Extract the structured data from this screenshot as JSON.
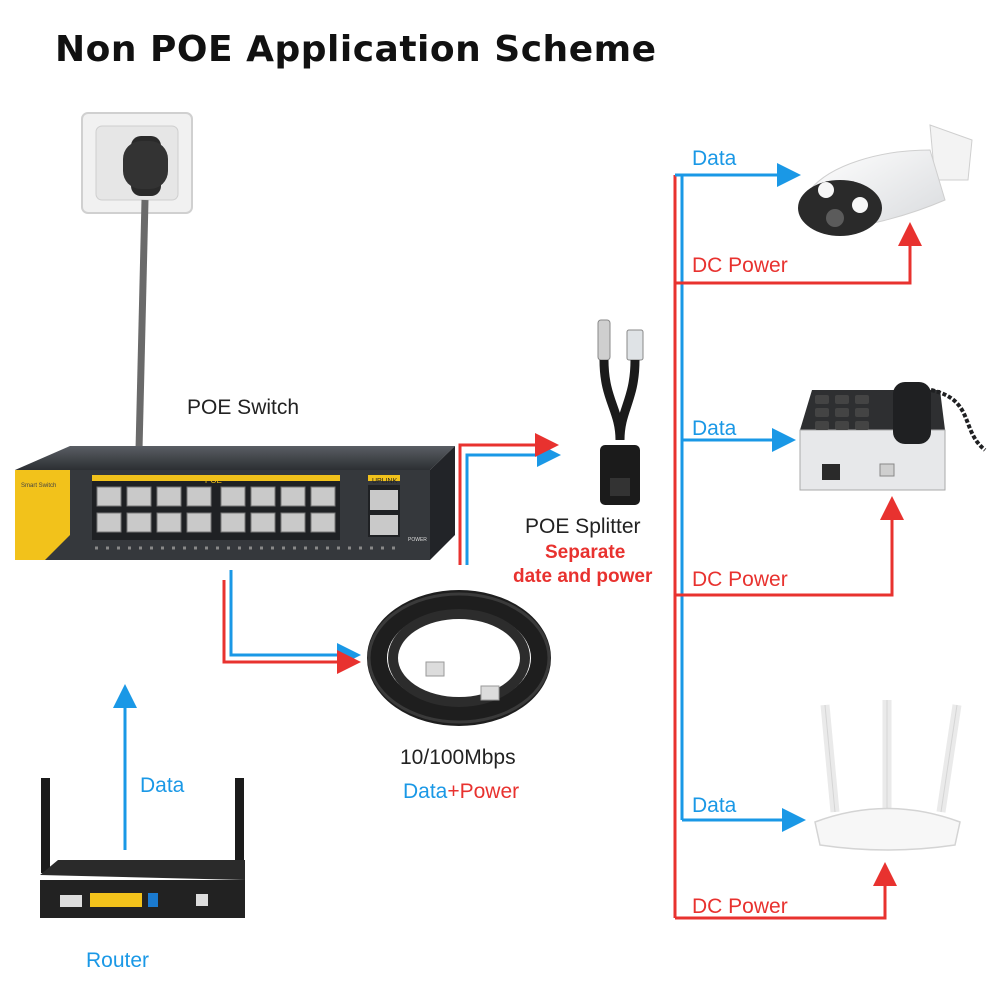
{
  "title": "Non POE Application Scheme",
  "switch": {
    "label": "POE Switch",
    "brand": "Smart Switch",
    "poe_tag": "POE",
    "uplink_tag": "UPLINK",
    "power_tag": "POWER"
  },
  "splitter": {
    "label": "POE Splitter",
    "note_line1": "Separate",
    "note_line2": "date and power"
  },
  "cable": {
    "speed": "10/100Mbps",
    "data_word": "Data",
    "plus": "+",
    "power_word": "Power"
  },
  "router": {
    "label": "Router",
    "data_label": "Data"
  },
  "camera": {
    "data_label": "Data",
    "power_label": "DC Power"
  },
  "phone": {
    "data_label": "Data",
    "power_label": "DC Power"
  },
  "ap": {
    "data_label": "Data",
    "power_label": "DC Power"
  },
  "colors": {
    "data": "#1a98e6",
    "power": "#e8322f",
    "switch_body": "#3a3d42",
    "switch_accent": "#f2c21b"
  }
}
